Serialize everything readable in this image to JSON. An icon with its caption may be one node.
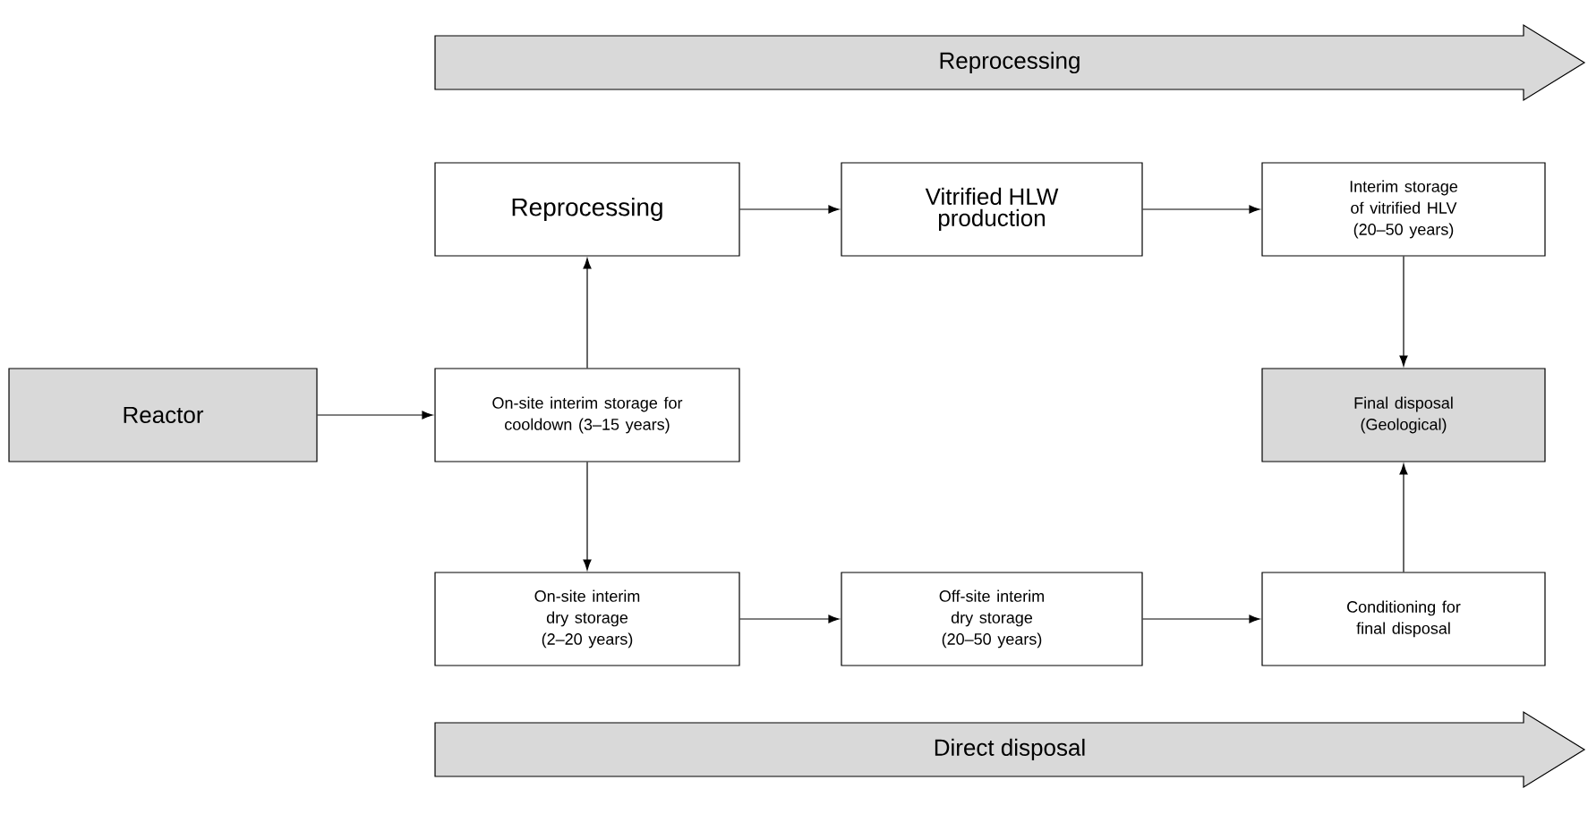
{
  "diagram": {
    "nodes": [
      {
        "text": [
          "Reprocessing"
        ]
      },
      {
        "text": [
          "Reprocessing"
        ]
      },
      {
        "text": [
          "Vitrified HLW production"
        ]
      },
      {
        "text": [
          "Interim storage of vitrified HLV (20–50 years)"
        ]
      },
      {
        "text": [
          "Reactor"
        ]
      },
      {
        "text": [
          "On-site interim storage for cooldown (3–15 years)"
        ]
      },
      {
        "text": [
          "Final disposal (Geological)"
        ]
      },
      {
        "text": [
          "On-site interim dry storage (2–20 years)"
        ]
      },
      {
        "text": [
          "Off-site interim dry storage (20–50 years)"
        ]
      },
      {
        "text": [
          "Conditioning for final disposal"
        ]
      },
      {
        "text": [
          "Direct disposal"
        ]
      }
    ],
    "edges": [
      {
        "from": 4,
        "to": 5,
        "arrow": "to"
      },
      {
        "from": 5,
        "to": 1,
        "arrow": "to"
      },
      {
        "from": 1,
        "to": 2,
        "arrow": "to"
      },
      {
        "from": 2,
        "to": 3,
        "arrow": "to"
      },
      {
        "from": 3,
        "to": 6,
        "arrow": "to"
      },
      {
        "from": 5,
        "to": 7,
        "arrow": "to"
      },
      {
        "from": 7,
        "to": 8,
        "arrow": "to"
      },
      {
        "from": 8,
        "to": 9,
        "arrow": "to"
      },
      {
        "from": 9,
        "to": 6,
        "arrow": "to"
      }
    ]
  }
}
